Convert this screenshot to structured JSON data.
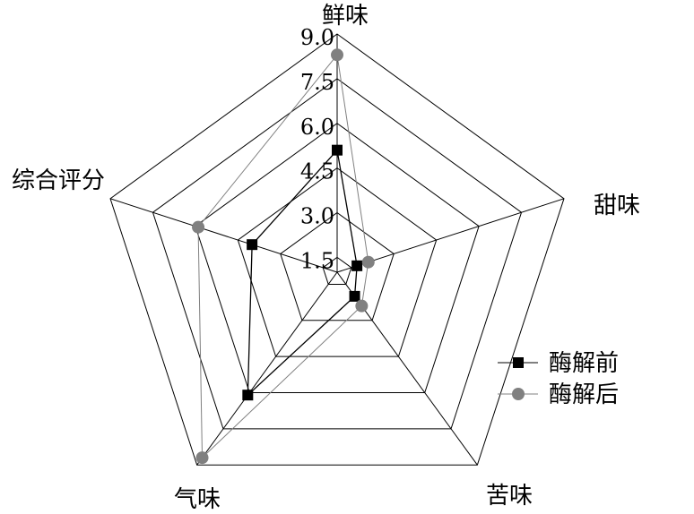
{
  "chart_data": {
    "type": "radar",
    "title": "",
    "axes": [
      "鲜味",
      "甜味",
      "苦味",
      "气味",
      "综合评分"
    ],
    "range": [
      1.0,
      9.0
    ],
    "ticks": [
      1.5,
      3.0,
      4.5,
      6.0,
      7.5,
      9.0
    ],
    "tick_labels": [
      "1.5",
      "3.0",
      "4.5",
      "6.0",
      "7.5",
      "9.0"
    ],
    "series": [
      {
        "name": "酶解前",
        "color": "#000000",
        "marker": "square",
        "values": [
          5.1,
          1.7,
          2.0,
          6.1,
          4.0
        ]
      },
      {
        "name": "酶解后",
        "color": "#808080",
        "marker": "circle",
        "values": [
          8.3,
          2.1,
          2.4,
          8.7,
          5.9
        ]
      }
    ],
    "legend_position": "right",
    "grid": true
  }
}
